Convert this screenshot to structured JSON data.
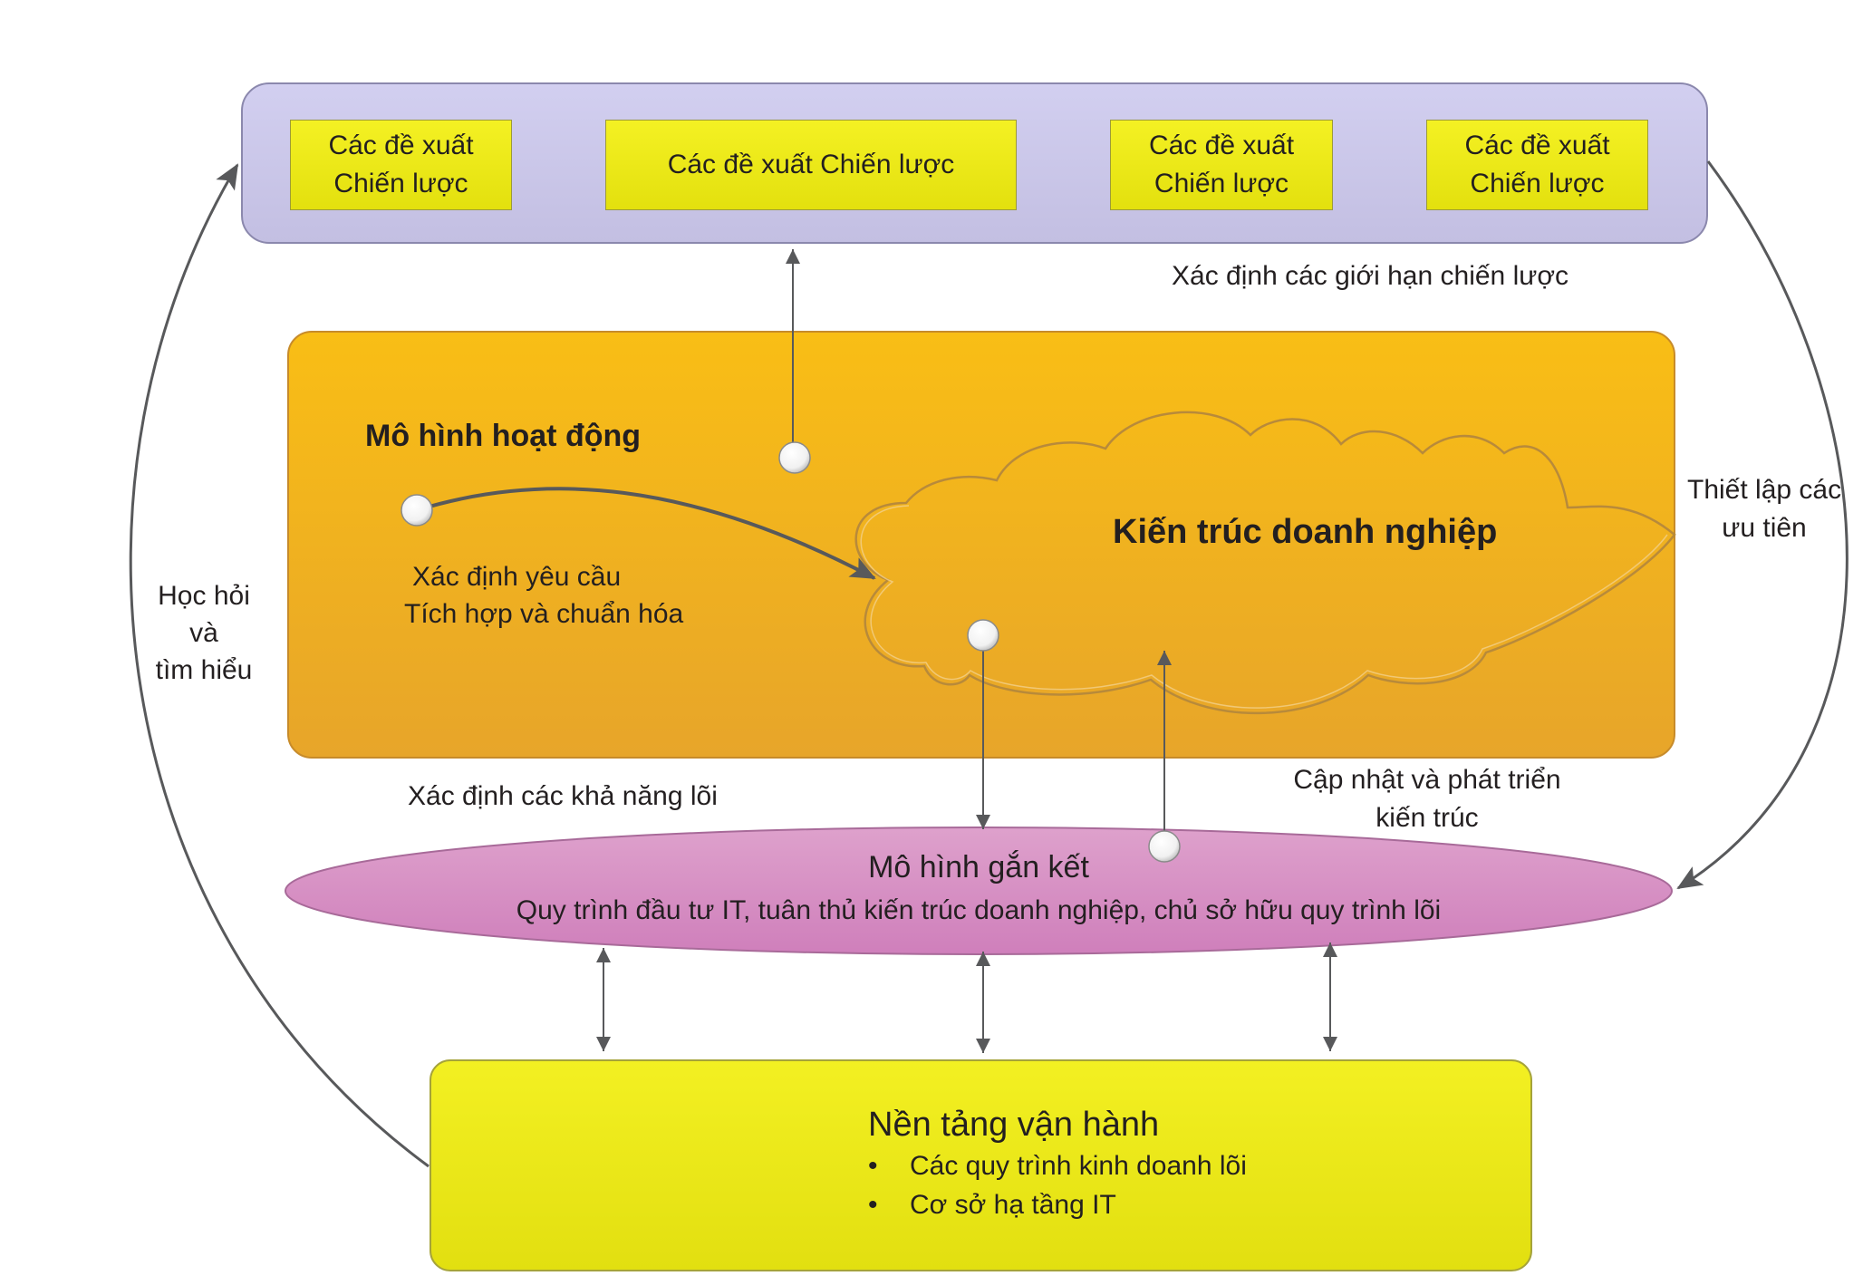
{
  "strategy": {
    "box1": [
      "Các đề xuất",
      "Chiến lược"
    ],
    "box2": "Các đề xuất Chiến lược",
    "box3": [
      "Các đề xuất",
      "Chiến lược"
    ],
    "box4": [
      "Các đề xuất",
      "Chiến lược"
    ]
  },
  "labels": {
    "strategic_limits": "Xác định các giới hạn chiến lược",
    "priorities": [
      "Thiết lập các",
      "ưu tiên"
    ],
    "learning": [
      "Học hỏi",
      "và",
      "tìm hiểu"
    ],
    "core_capabilities": "Xác định các khả năng lõi",
    "update_arch": [
      "Cập nhật và phát triển",
      "kiến trúc"
    ]
  },
  "operating_model": {
    "title": "Mô hình hoạt động",
    "req1": "Xác định yêu cầu",
    "req2": "Tích hợp và chuẩn hóa"
  },
  "enterprise_arch": "Kiến trúc doanh nghiệp",
  "engagement": {
    "title": "Mô hình gắn kết",
    "subtitle": "Quy trình đầu tư IT, tuân thủ kiến trúc doanh nghiệp, chủ sở hữu quy trình lõi"
  },
  "foundation": {
    "title": "Nền tảng vận hành",
    "bullet_char": "•",
    "items": [
      "Các quy trình kinh doanh lõi",
      "Cơ sở hạ tầng IT"
    ]
  },
  "colors": {
    "strategy_bg": "#cac7e6",
    "operating_bg_top": "#f8bd1a",
    "operating_bg_bottom": "#e8a72a",
    "engagement_bg": "#d592c2",
    "foundation_bg": "#eeeb1e",
    "arrow": "#58595b"
  }
}
